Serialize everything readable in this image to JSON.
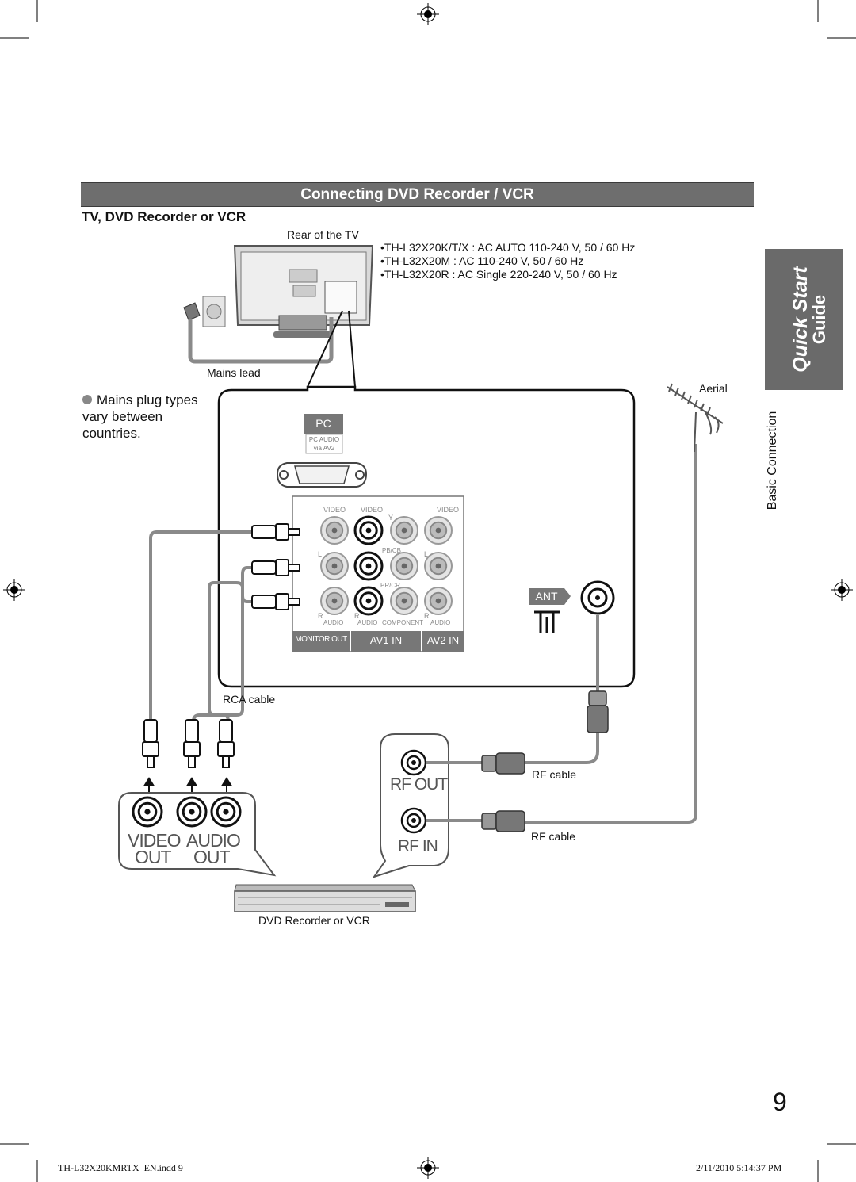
{
  "section_title": "Connecting DVD Recorder / VCR",
  "subheading": "TV, DVD Recorder or VCR",
  "labels": {
    "rear_tv": "Rear of the TV",
    "mains_lead": "Mains lead",
    "aerial": "Aerial",
    "rca_cable": "RCA cable",
    "rf_cable_1": "RF cable",
    "rf_cable_2": "RF cable",
    "dvd_recorder": "DVD Recorder or VCR"
  },
  "specs": [
    "•TH-L32X20K/T/X : AC AUTO 110-240 V, 50 / 60 Hz",
    "•TH-L32X20M : AC 110-240 V, 50 / 60 Hz",
    "•TH-L32X20R : AC Single 220-240 V, 50 / 60 Hz"
  ],
  "note": "Mains plug types vary between countries.",
  "side_tab": {
    "line1": "Quick Start",
    "line2": "Guide"
  },
  "side_label": "Basic Connection",
  "panel": {
    "pc": "PC",
    "pc_audio": "PC AUDIO",
    "via_av2": "via AV2",
    "video": "VIDEO",
    "y": "Y",
    "pb": "PB/CB",
    "pr": "PR/CR",
    "l": "L",
    "r": "R",
    "audio": "AUDIO",
    "component": "COMPONENT",
    "monitor_out": "MONITOR OUT",
    "av1_in": "AV1 IN",
    "av2_in": "AV2 IN",
    "ant": "ANT"
  },
  "device": {
    "video_out_1": "VIDEO",
    "video_out_2": "OUT",
    "audio_out_1": "AUDIO",
    "audio_out_2": "OUT",
    "rf_out": "RF OUT",
    "rf_in": "RF IN"
  },
  "page_number": "9",
  "footer": {
    "file": "TH-L32X20KMRTX_EN.indd   9",
    "date": "2/11/2010   5:14:37 PM"
  },
  "colors": {
    "banner": "#6e6e6e",
    "tab": "#6a6a6a",
    "cable": "#8a8a8a"
  }
}
